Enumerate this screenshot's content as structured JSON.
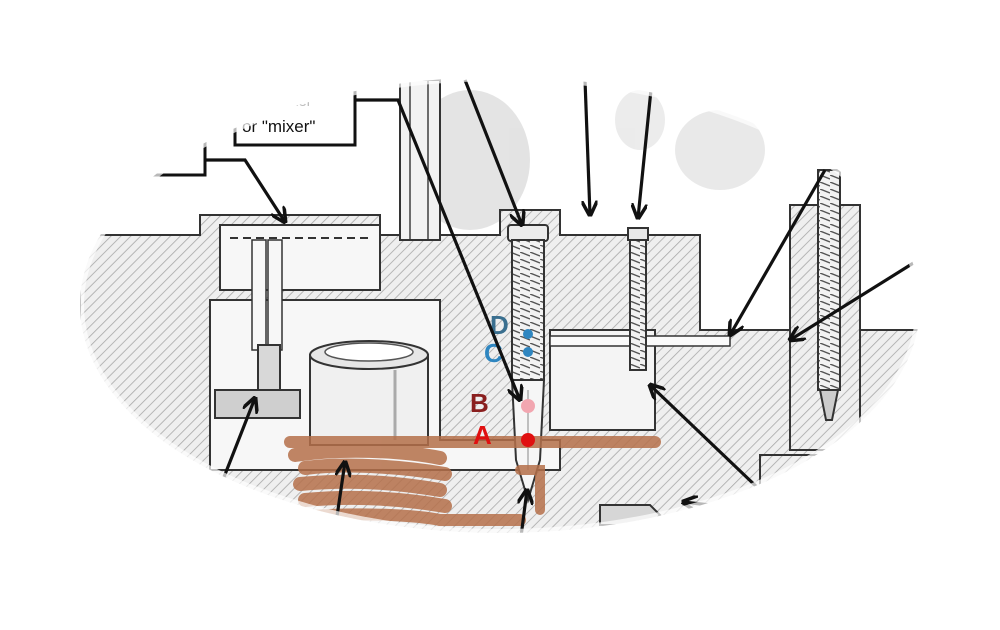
{
  "callouts": {
    "top_label_line1": "...ixer",
    "top_label_line2": "or \"mixer\""
  },
  "markers": [
    {
      "letter": "D",
      "color": "#3a6f8f",
      "dot_color": "#2f86c0"
    },
    {
      "letter": "C",
      "color": "#2f86c0",
      "dot_color": "#2f86c0"
    },
    {
      "letter": "B",
      "color": "#8a1f1f",
      "dot_color": "#f2a6b0"
    },
    {
      "letter": "A",
      "color": "#e01010",
      "dot_color": "#e01010"
    }
  ],
  "colors": {
    "fuel": "#b5704a",
    "line": "#111111",
    "hatch": "#9a9a9a",
    "body": "#e9e9e9"
  }
}
